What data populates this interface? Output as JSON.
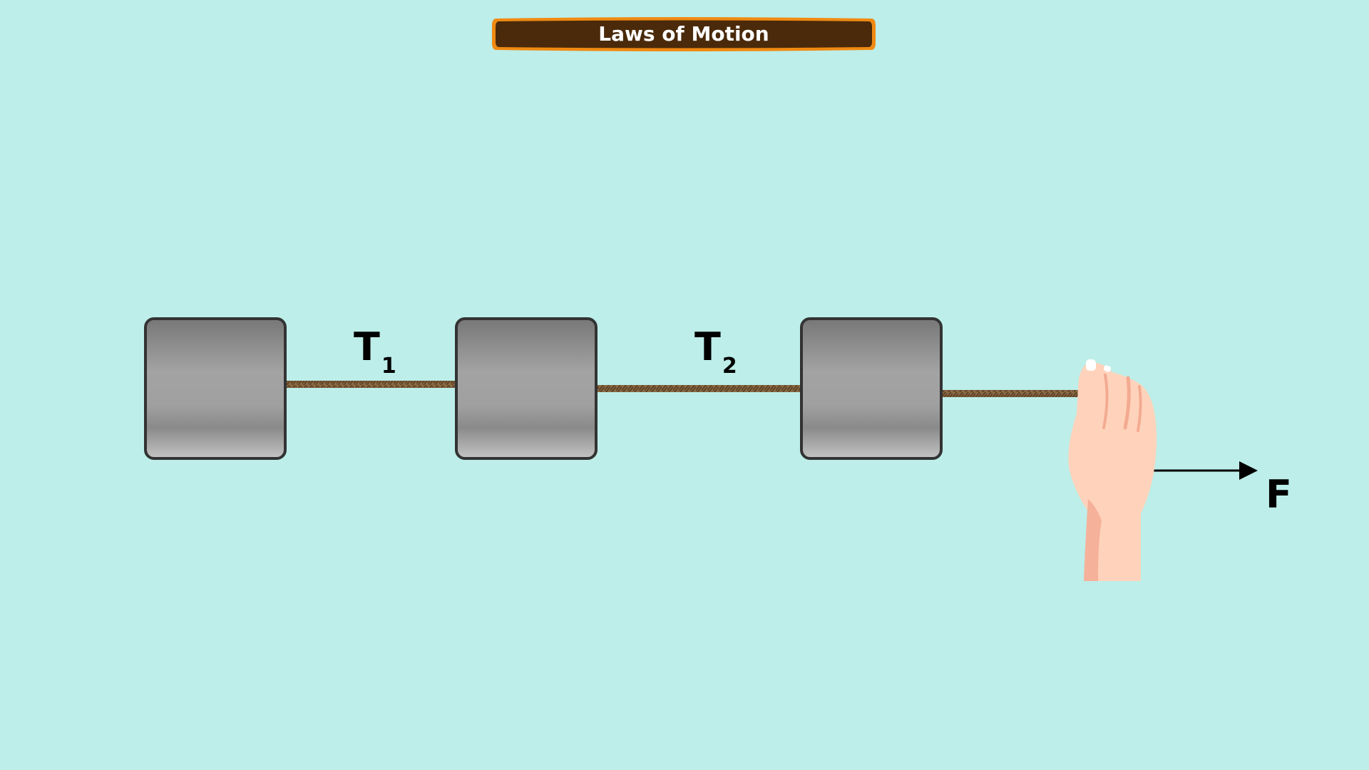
{
  "header": {
    "title": "Laws of Motion"
  },
  "diagram": {
    "tension_labels": [
      {
        "symbol": "T",
        "subscript": "1"
      },
      {
        "symbol": "T",
        "subscript": "2"
      }
    ],
    "force_label": "F",
    "block_count": 3
  },
  "colors": {
    "background": "#bdeee9",
    "banner_fill": "#4a2a0a",
    "banner_border": "#f08a12",
    "rope": "#8b6a45",
    "block_border": "#333333",
    "skin": "#ffd3bb"
  }
}
